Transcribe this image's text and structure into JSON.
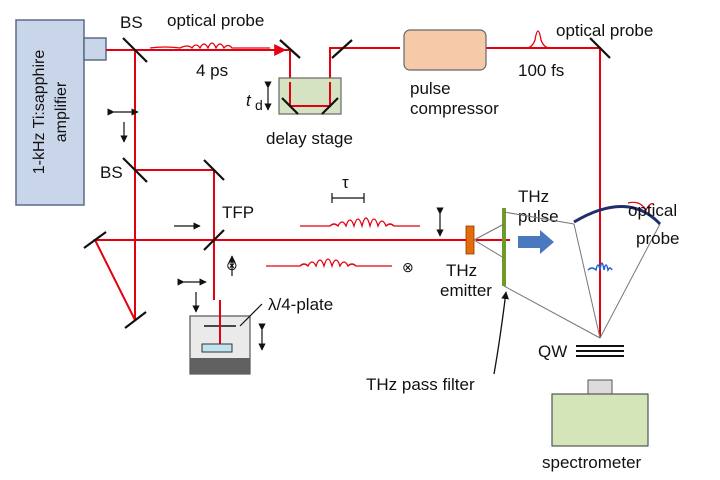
{
  "labels": {
    "amplifier_line1": "1-kHz Ti:sapphire",
    "amplifier_line2": "amplifier",
    "bs_top": "BS",
    "bs_mid": "BS",
    "optical_probe_top": "optical probe",
    "duration_4ps": "4 ps",
    "delay_stage": "delay stage",
    "td_main": "t",
    "td_sub": "d",
    "pulse_compressor_line1": "pulse",
    "pulse_compressor_line2": "compressor",
    "duration_100fs": "100 fs",
    "optical_probe_right": "optical probe",
    "tfp": "TFP",
    "tau": "τ",
    "thz_pulse_line1": "THz",
    "thz_pulse_line2": "pulse",
    "optical_probe2_line1": "optical",
    "optical_probe2_line2": "probe",
    "thz_emitter_line1": "THz",
    "thz_emitter_line2": "emitter",
    "qwp": "λ/4-plate",
    "qw": "QW",
    "thz_pass_filter": "THz pass filter",
    "spectrometer": "spectrometer",
    "cross_symbol": "⊗"
  },
  "colors": {
    "beam": "#e3000f",
    "pulse_blue": "#1f5fd1",
    "amplifier_fill": "#c9d6ea",
    "amplifier_border": "#5a6b88",
    "delay_stage_fill": "#d5e3c3",
    "compressor_fill": "#f6caa8",
    "spectrometer_fill": "#d4e5b8",
    "emitter_orange": "#e46c0a",
    "filter_green": "#6f9a2a",
    "thz_arrow_fill": "#4a78bf",
    "mirror_arc": "#1f2f6b"
  }
}
